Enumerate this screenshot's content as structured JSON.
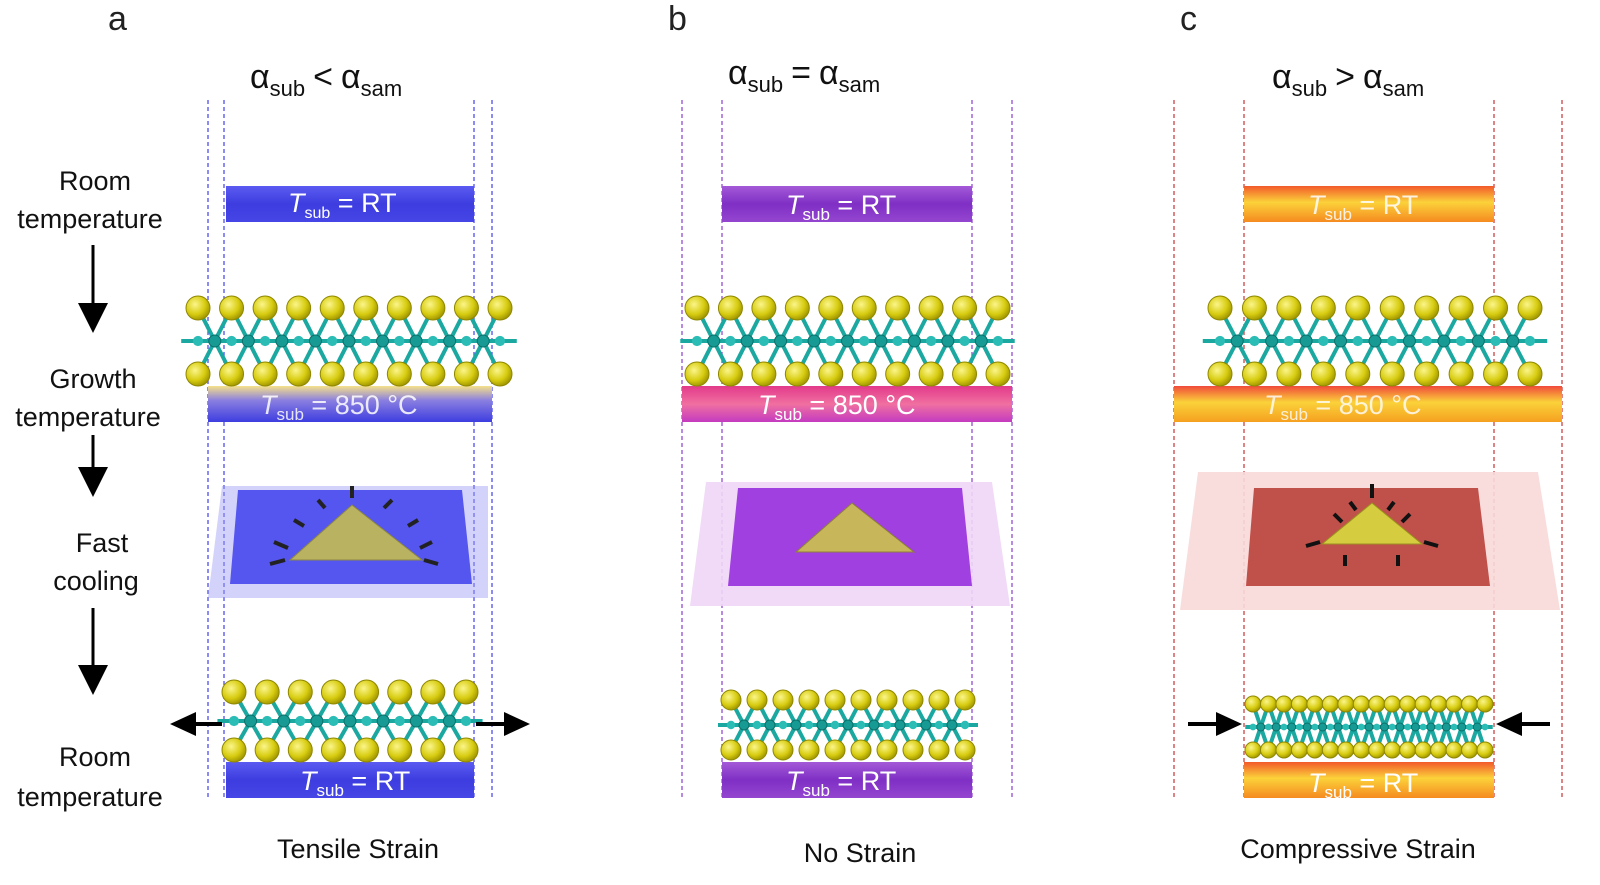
{
  "stages": {
    "room_1": [
      "Room",
      "temperature"
    ],
    "growth": [
      "Growth",
      "temperature"
    ],
    "cooling": [
      "Fast",
      "cooling"
    ],
    "room_2": [
      "Room",
      "temperature"
    ]
  },
  "substrate_labels": {
    "t_symbol": "T",
    "sub": "sub",
    "room": " = RT",
    "growth": " = 850 °C"
  },
  "panels": [
    {
      "letter": "a",
      "equation": {
        "alpha": "α",
        "sub1": "sub",
        "relation": "<",
        "sub2": "sam"
      },
      "caption": "Tensile Strain",
      "substrate_color": "#4a4ae8",
      "guide_color": "#5a5af0"
    },
    {
      "letter": "b",
      "equation": {
        "alpha": "α",
        "sub1": "sub",
        "relation": "=",
        "sub2": "sam"
      },
      "caption": "No Strain",
      "substrate_color": "#8e3fd0",
      "guide_color": "#9b59d6"
    },
    {
      "letter": "c",
      "equation": {
        "alpha": "α",
        "sub1": "sub",
        "relation": ">",
        "sub2": "sam"
      },
      "caption": "Compressive Strain",
      "substrate_color": "#f7a21b",
      "guide_color": "#d05050"
    }
  ]
}
